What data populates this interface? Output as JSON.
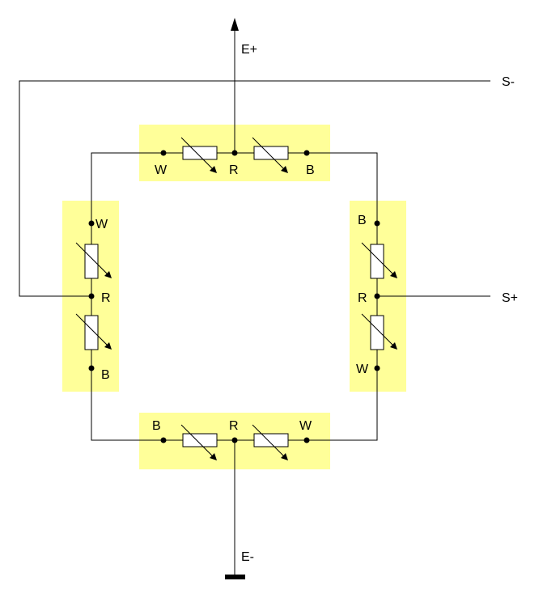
{
  "colors": {
    "wire": "#000000",
    "gauge_highlight": "#ffff99",
    "resistor_fill": "#ffffff",
    "background": "#ffffff"
  },
  "terminals": {
    "e_plus": "E+",
    "e_minus": "E-",
    "s_plus": "S+",
    "s_minus": "S-"
  },
  "gauges": {
    "top": {
      "left": "W",
      "center": "R",
      "right": "B"
    },
    "bottom": {
      "left": "B",
      "center": "R",
      "right": "W"
    },
    "left": {
      "top": "W",
      "center": "R",
      "bottom": "B"
    },
    "right": {
      "top": "B",
      "center": "R",
      "bottom": "W"
    }
  },
  "icons": {
    "variable_resistor": "variable-resistor-icon",
    "ground": "ground-bar-icon",
    "supply_arrow": "arrow-up-icon"
  }
}
